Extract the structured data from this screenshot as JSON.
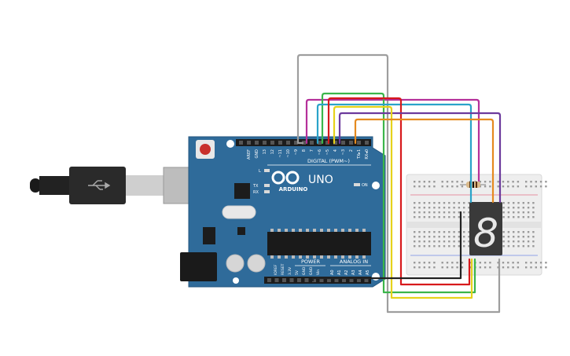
{
  "board": {
    "name": "UNO",
    "brand": "ARDUINO",
    "digital_header": "DIGITAL (PWM~)",
    "power_header": "POWER",
    "analog_header": "ANALOG IN",
    "on_label": "ON",
    "led_l": "L",
    "led_tx": "TX",
    "led_rx": "RX",
    "digital_pins": [
      "AREF",
      "GND",
      "13",
      "12",
      "~11",
      "~10",
      "~9",
      "8",
      "7",
      "~6",
      "~5",
      "4",
      "~3",
      "2",
      "TX▸1",
      "RX◂0"
    ],
    "power_pins": [
      "IOREF",
      "RESET",
      "3.3V",
      "5V",
      "GND",
      "GND",
      "Vin"
    ],
    "analog_pins": [
      "A0",
      "A1",
      "A2",
      "A3",
      "A4",
      "A5"
    ]
  },
  "display": {
    "digit": "8"
  },
  "colors": {
    "board_blue": "#2f6b9a",
    "wire_gray": "#9e9e9e",
    "wire_magenta": "#b5309a",
    "wire_green": "#3bb54a",
    "wire_cyan": "#2aa3c9",
    "wire_red": "#d7191c",
    "wire_purple": "#6c3a9c",
    "wire_orange": "#e58a1f",
    "wire_yellow": "#e6d21b",
    "wire_black": "#222222",
    "breadboard": "#eeeeee"
  }
}
